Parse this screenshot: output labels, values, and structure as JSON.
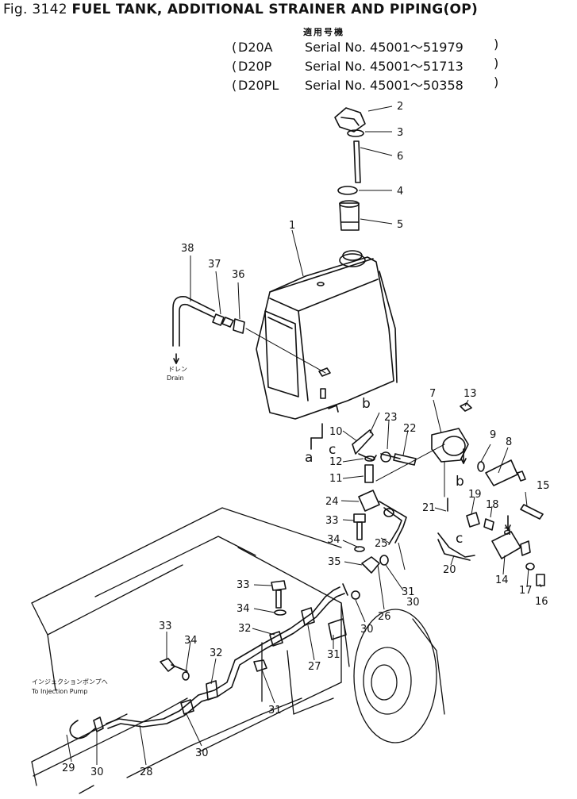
{
  "header": {
    "fig_number": "Fig. 3142",
    "fig_title": "FUEL TANK, ADDITIONAL STRAINER AND PIPING(OP)"
  },
  "applicability": {
    "kanji_label": "適用号機",
    "rows": [
      {
        "model": "D20A",
        "serial": "Serial No. 45001～51979"
      },
      {
        "model": "D20P",
        "serial": "Serial No. 45001～51713"
      },
      {
        "model": "D20PL",
        "serial": "Serial No. 45001～50358"
      }
    ]
  },
  "annotations": {
    "drain_jp": "ドレン",
    "drain_en": "Drain",
    "pump_jp": "インジェクションポンプへ",
    "pump_en": "To Injection Pump"
  },
  "callouts": [
    "1",
    "2",
    "3",
    "4",
    "5",
    "6",
    "7",
    "8",
    "9",
    "10",
    "11",
    "12",
    "13",
    "14",
    "15",
    "16",
    "17",
    "18",
    "19",
    "20",
    "21",
    "22",
    "23",
    "24",
    "25",
    "26",
    "27",
    "28",
    "29",
    "30",
    "30",
    "30",
    "30",
    "31",
    "31",
    "31",
    "32",
    "32",
    "33",
    "33",
    "33",
    "34",
    "34",
    "35",
    "36",
    "37",
    "38"
  ],
  "connection_letters": [
    "a",
    "a",
    "b",
    "b",
    "c",
    "c"
  ]
}
